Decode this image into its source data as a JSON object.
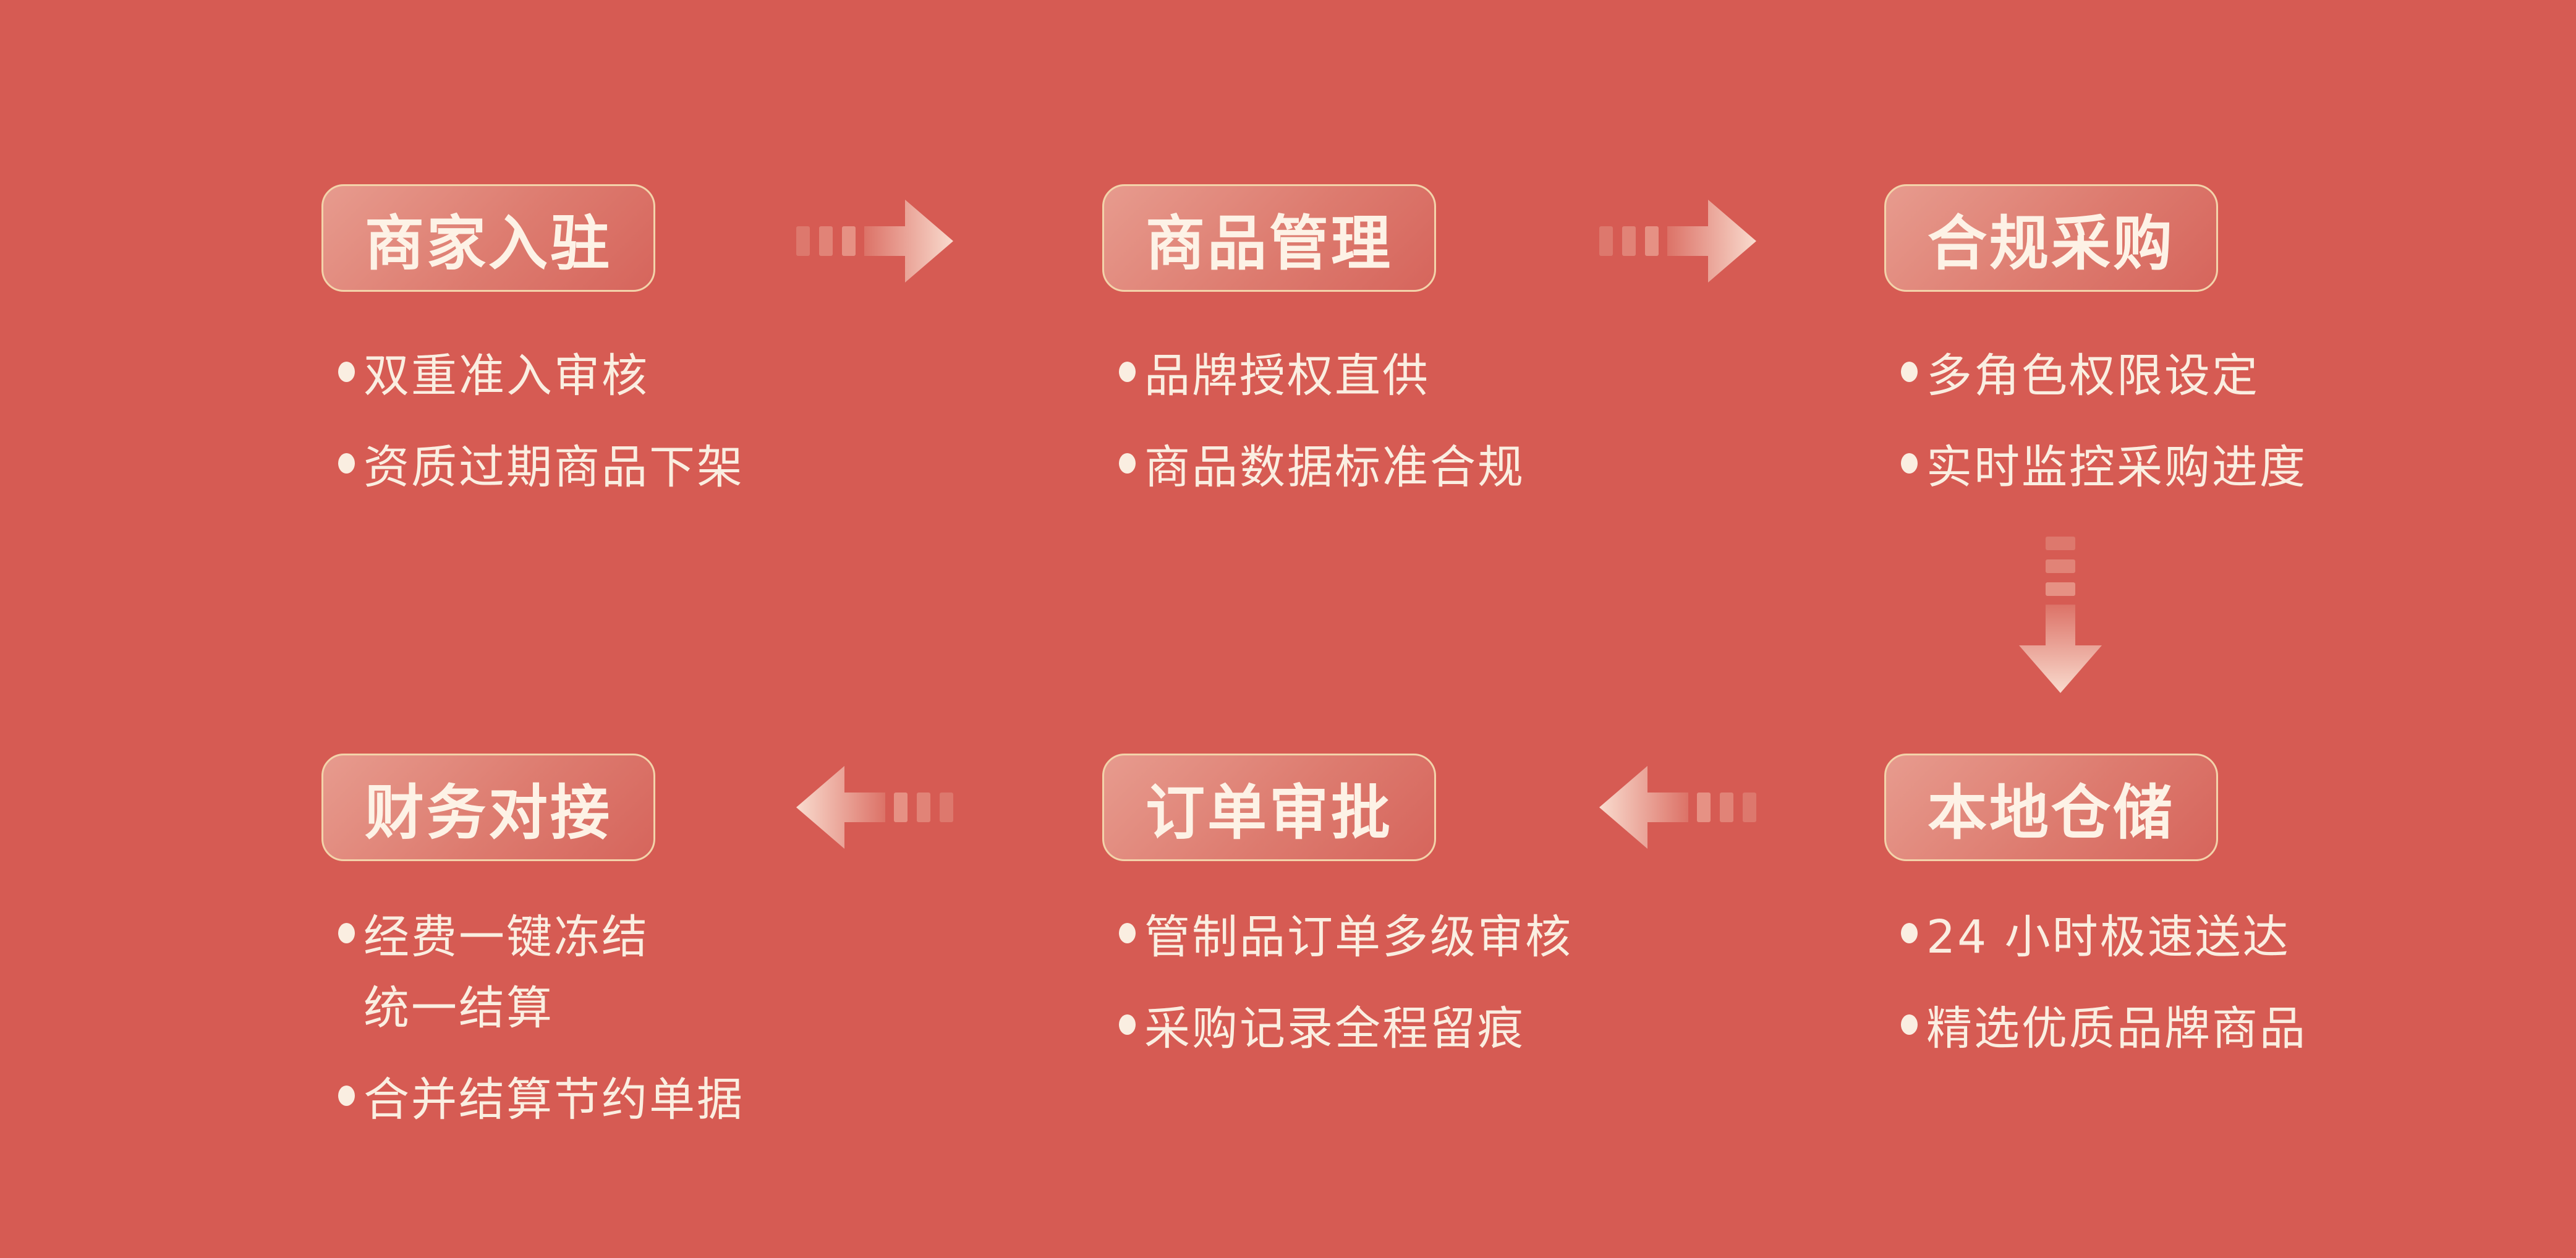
{
  "colors": {
    "background": "#d65b53",
    "background_edge": "#d25750",
    "box_border": "#f3d3aa",
    "box_grad_start": "#e79b8e",
    "box_grad_mid": "#dd7b6f",
    "box_grad_end": "#d6655c",
    "title_text": "#fdf2e6",
    "bullet_text": "#faeee1",
    "arrow_faint": "#dc7267",
    "arrow_bright": "#f9dbce"
  },
  "icons": {
    "flow_arrow_right": "→",
    "flow_arrow_left": "←",
    "flow_arrow_down": "↓",
    "bullet_dot": "•"
  },
  "flow": {
    "steps": [
      {
        "id": "merchant-onboarding",
        "title": "商家入驻",
        "bullets": [
          "双重准入审核",
          "资质过期商品下架"
        ]
      },
      {
        "id": "product-management",
        "title": "商品管理",
        "bullets": [
          "品牌授权直供",
          "商品数据标准合规"
        ]
      },
      {
        "id": "compliant-procurement",
        "title": "合规采购",
        "bullets": [
          "多角色权限设定",
          "实时监控采购进度"
        ]
      },
      {
        "id": "local-warehousing",
        "title": "本地仓储",
        "bullets": [
          "24 小时极速送达",
          "精选优质品牌商品"
        ]
      },
      {
        "id": "order-approval",
        "title": "订单审批",
        "bullets": [
          "管制品订单多级审核",
          "采购记录全程留痕"
        ]
      },
      {
        "id": "finance-integration",
        "title": "财务对接",
        "bullets": [
          "经费一键冻结",
          "统一结算",
          "合并结算节约单据"
        ]
      }
    ]
  }
}
